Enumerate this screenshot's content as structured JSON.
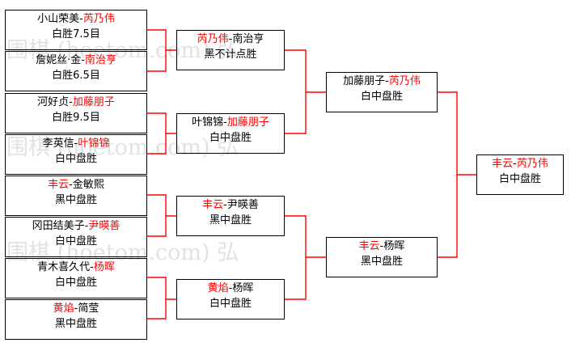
{
  "watermark": {
    "texts": [
      "围棋 (hoetom.com)  弘",
      "围棋 (hoetom.com)  弘",
      "围棋 (hoetom.com)  弘"
    ]
  },
  "colors": {
    "winner": "#ff0000",
    "loser": "#000000",
    "line": "#ff0000",
    "border": "#000000"
  },
  "chart_data": {
    "type": "bracket",
    "title": "",
    "rounds": [
      {
        "name": "round-1",
        "matches": [
          {
            "id": "r1m1",
            "winner": "芮乃伟",
            "loser": "小山荣美",
            "line1_pre": "小山荣美-",
            "line1_win": "芮乃伟",
            "result": "白胜7.5目"
          },
          {
            "id": "r1m2",
            "winner": "南治亨",
            "loser": "詹妮丝·金",
            "line1_pre": "詹妮丝·金-",
            "line1_win": "南治亨",
            "result": "白胜6.5目"
          },
          {
            "id": "r1m3",
            "winner": "加藤朋子",
            "loser": "河好贞",
            "line1_pre": "河好贞-",
            "line1_win": "加藤朋子",
            "result": "白胜9.5目"
          },
          {
            "id": "r1m4",
            "winner": "叶锦锦",
            "loser": "李英信",
            "line1_pre": "李英信-",
            "line1_win": "叶锦锦",
            "result": "白中盘胜"
          },
          {
            "id": "r1m5",
            "winner": "丰云",
            "loser": "金敏熙",
            "line1_pre": "",
            "line1_win": "丰云",
            "line1_post": "-金敏熙",
            "result": "黑中盘胜"
          },
          {
            "id": "r1m6",
            "winner": "尹暎善",
            "loser": "冈田结美子",
            "line1_pre": "冈田结美子-",
            "line1_win": "尹暎善",
            "result": "白中盘胜"
          },
          {
            "id": "r1m7",
            "winner": "杨晖",
            "loser": "青木喜久代",
            "line1_pre": "青木喜久代-",
            "line1_win": "杨晖",
            "result": "白中盘胜"
          },
          {
            "id": "r1m8",
            "winner": "黄焰",
            "loser": "简莹",
            "line1_pre": "",
            "line1_win": "黄焰",
            "line1_post": "-简莹",
            "result": "黑中盘胜"
          }
        ]
      },
      {
        "name": "round-2",
        "matches": [
          {
            "id": "r2m1",
            "line1_pre": "",
            "line1_win": "芮乃伟",
            "line1_post": "-南治亨",
            "result": "黑不计点胜"
          },
          {
            "id": "r2m2",
            "line1_pre": "叶锦锦-",
            "line1_win": "加藤朋子",
            "line1_post": "",
            "result": "白中盘胜"
          },
          {
            "id": "r2m3",
            "line1_pre": "",
            "line1_win": "丰云",
            "line1_post": "-尹暎善",
            "result": "黑中盘胜"
          },
          {
            "id": "r2m4",
            "line1_pre": "",
            "line1_win": "黄焰",
            "line1_post": "-杨晖",
            "result": "白中盘胜"
          }
        ]
      },
      {
        "name": "semifinal",
        "matches": [
          {
            "id": "sf1",
            "line1_pre": "加藤朋子-",
            "line1_win": "芮乃伟",
            "line1_post": "",
            "result": "白中盘胜"
          },
          {
            "id": "sf2",
            "line1_pre": "",
            "line1_win": "丰云",
            "line1_post": "-杨晖",
            "result": "黑中盘胜"
          }
        ]
      },
      {
        "name": "final",
        "matches": [
          {
            "id": "f1",
            "line1_pre": "",
            "line1_win": "丰云",
            "line1_post": "-",
            "line1_win2": "芮乃伟",
            "result": "白中盘胜"
          }
        ]
      }
    ]
  }
}
